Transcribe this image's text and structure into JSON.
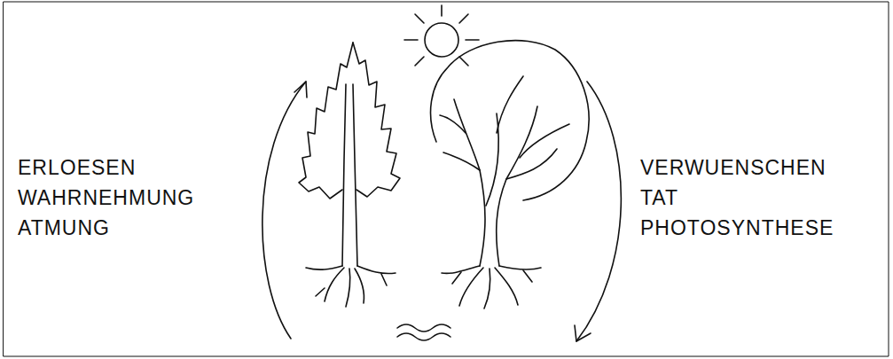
{
  "diagram": {
    "labels": [
      "ERLOESEN",
      "WAHRNEHMUNG",
      "ATMUNG",
      "VERWUENSCHEN",
      "TAT",
      "PHOTOSYNTHESE"
    ]
  }
}
